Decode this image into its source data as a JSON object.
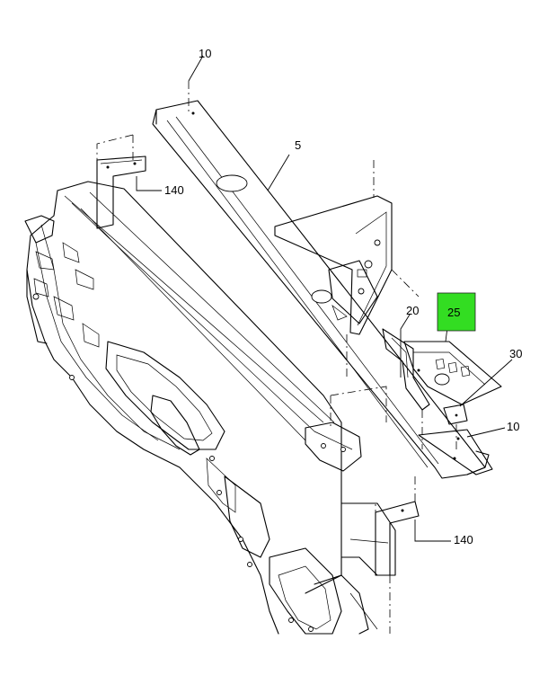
{
  "diagram": {
    "callouts": {
      "c10_top": "10",
      "c5": "5",
      "c140_top": "140",
      "c20": "20",
      "c25": "25",
      "c30": "30",
      "c10_right": "10",
      "c140_bottom": "140"
    },
    "highlight_color": "#33dd22"
  }
}
